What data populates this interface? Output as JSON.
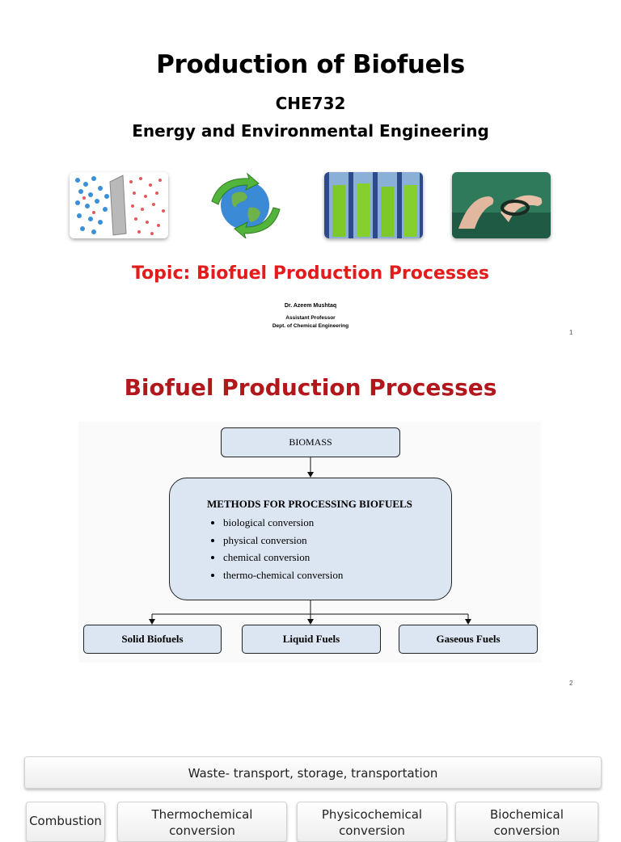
{
  "slide1": {
    "title": "Production of Biofuels",
    "course": "CHE732",
    "subtitle": "Energy and Environmental Engineering",
    "topic": "Topic: Biofuel Production Processes",
    "author": "Dr. Azeem Mushtaq",
    "position": "Assistant Professor",
    "department": "Dept. of Chemical Engineering",
    "page_number": "1",
    "topic_color": "#e31b1b"
  },
  "slide2": {
    "title": "Biofuel Production Processes",
    "title_color": "#b2171c",
    "biomass": "BIOMASS",
    "methods_title": "METHODS FOR PROCESSING BIOFUELS",
    "methods": [
      "biological conversion",
      "physical conversion",
      "chemical conversion",
      "thermo-chemical conversion"
    ],
    "outputs": [
      "Solid Biofuels",
      "Liquid Fuels",
      "Gaseous Fuels"
    ],
    "box_color": "#dce6f2",
    "page_number": "2"
  },
  "slide3": {
    "waste": "Waste- transport, storage, transportation",
    "combustion": "Combustion",
    "thermochemical": "Thermochemical conversion",
    "physicochemical": "Physicochemical conversion",
    "biochemical": "Biochemical conversion"
  }
}
